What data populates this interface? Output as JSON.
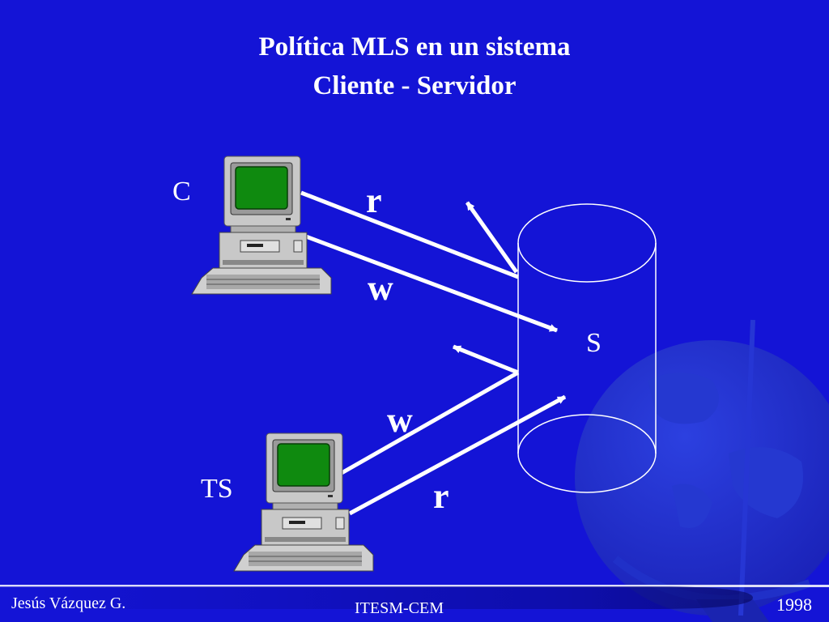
{
  "title": {
    "line1": "Política  MLS  en un sistema",
    "line2": "Cliente - Servidor"
  },
  "diagram": {
    "client_label": "C",
    "trusted_label": "TS",
    "server_label": "S",
    "client_read": "r",
    "client_write": "w",
    "trusted_write": "w",
    "trusted_read": "r"
  },
  "footer": {
    "author": "Jesús Vázquez G.",
    "institution": "ITESM-CEM",
    "year": "1998"
  },
  "colors": {
    "background": "#1414d6",
    "globe": "#1f2fc4",
    "line": "#ffffff",
    "screen": "#0f8a0f"
  }
}
